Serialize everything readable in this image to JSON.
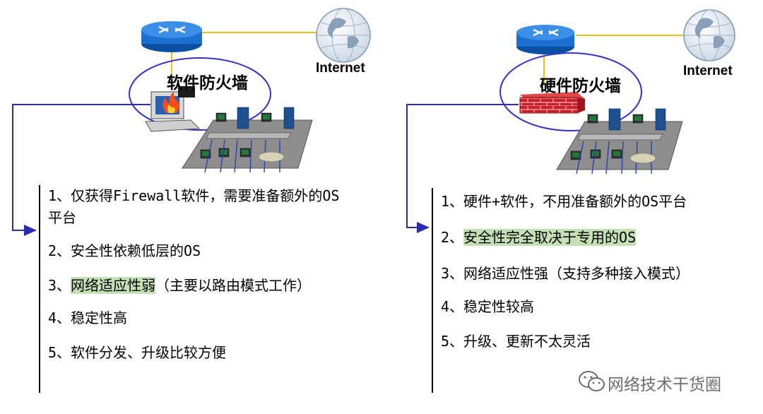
{
  "left": {
    "internet_label": "Internet",
    "firewall_label": "软件防火墙",
    "items": [
      {
        "num": "1、",
        "before": "仅获得Firewall软件，需要准备额外的OS平台",
        "highlight": "",
        "after": ""
      },
      {
        "num": "2、",
        "before": "安全性依赖低层的OS",
        "highlight": "",
        "after": ""
      },
      {
        "num": "3、",
        "before": "",
        "highlight": "网络适应性弱",
        "after": "（主要以路由模式工作）"
      },
      {
        "num": "4、",
        "before": "稳定性高",
        "highlight": "",
        "after": ""
      },
      {
        "num": "5、",
        "before": "软件分发、升级比较方便",
        "highlight": "",
        "after": ""
      }
    ]
  },
  "right": {
    "internet_label": "Internet",
    "firewall_label": "硬件防火墙",
    "items": [
      {
        "num": "1、",
        "before": "硬件+软件，不用准备额外的OS平台",
        "highlight": "",
        "after": ""
      },
      {
        "num": "2、",
        "before": "",
        "highlight": "安全性完全取决于专用的OS",
        "after": ""
      },
      {
        "num": "3、",
        "before": "网络适应性强（支持多种接入模式）",
        "highlight": "",
        "after": ""
      },
      {
        "num": "4、",
        "before": "稳定性较高",
        "highlight": "",
        "after": ""
      },
      {
        "num": "5、",
        "before": "升级、更新不太灵活",
        "highlight": "",
        "after": ""
      }
    ]
  },
  "watermark": {
    "text": "网络技术干货圈",
    "icon": "wechat-icon"
  },
  "colors": {
    "highlight": "#c5e0b4",
    "arrow": "#2b2bb0",
    "ellipse": "#3232c8",
    "router": "#1a6fd0",
    "link_line": "#e8c21a",
    "brick": "#c8202a",
    "watermark": "#6d6d6d"
  },
  "icons": [
    "router-icon",
    "globe-icon",
    "software-firewall-icon",
    "hardware-firewall-icon",
    "network-switch-icon"
  ]
}
